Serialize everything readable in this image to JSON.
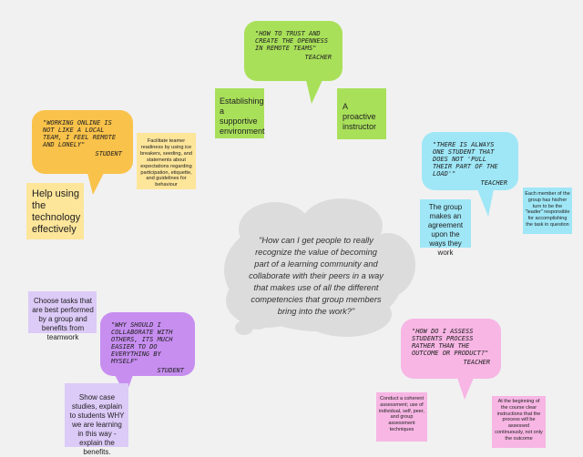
{
  "central_question": "\"How can I get people to really recognize the value of becoming part of a learning community and collaborate with their peers in a way that makes use of all the different competencies that group members bring into the work?\"",
  "bubbles": {
    "trust": {
      "quote": "\"How to trust and create the openness in remote teams\"",
      "role": "Teacher",
      "color": "#a9e05a"
    },
    "online": {
      "quote": "\"Working online is not like a local team, I feel remote and lonely\"",
      "role": "Student",
      "color": "#f9c24a"
    },
    "one_student": {
      "quote": "\"There is always one student that does not 'pull their part of the load'\"",
      "role": "Teacher",
      "color": "#9fe7f7"
    },
    "collaborate": {
      "quote": "\"Why should I collaborate with others, its much easier to do everything by myself\"",
      "role": "Student",
      "color": "#c78ef0"
    },
    "assess": {
      "quote": "\"How do I assess students process rather than the outcome or product?\"",
      "role": "Teacher",
      "color": "#f7b6e4"
    }
  },
  "notes": {
    "supportive_env": "Establishing a supportive environment",
    "proactive": "A proactive instructor",
    "help_tech": "Help using the technology effectively",
    "facilitate": "Facilitate teamer readiness by using ice breakers, seeding, and statements about expectations regarding participation, etiquette, and guidelines for behaviour",
    "agreement": "The group makes an agreement upon the ways they work",
    "leader": "Each member of the group has his/her turn to be the \"leader\" responsible for accomplishing the task in question",
    "choose_tasks": "Choose tasks that are best performed by a group and benefits from teamwork",
    "case_studies": "Show case studies, explain to students WHY we are learning in this way - explain the benefits.",
    "coherent": "Conduct a coherent assessment; use of individual, self, peer, and group assessment techniques",
    "course_start": "At the beginning of the course clear instructions that the process will be assessed continuously, not only the outcome"
  },
  "colors": {
    "green_note": "#a9e05a",
    "yellow_note": "#fde59a",
    "cyan_note": "#9fe7f7",
    "purple_note": "#dccaf7",
    "pink_note": "#f7b6e4",
    "cloud": "#dcdcdc"
  }
}
